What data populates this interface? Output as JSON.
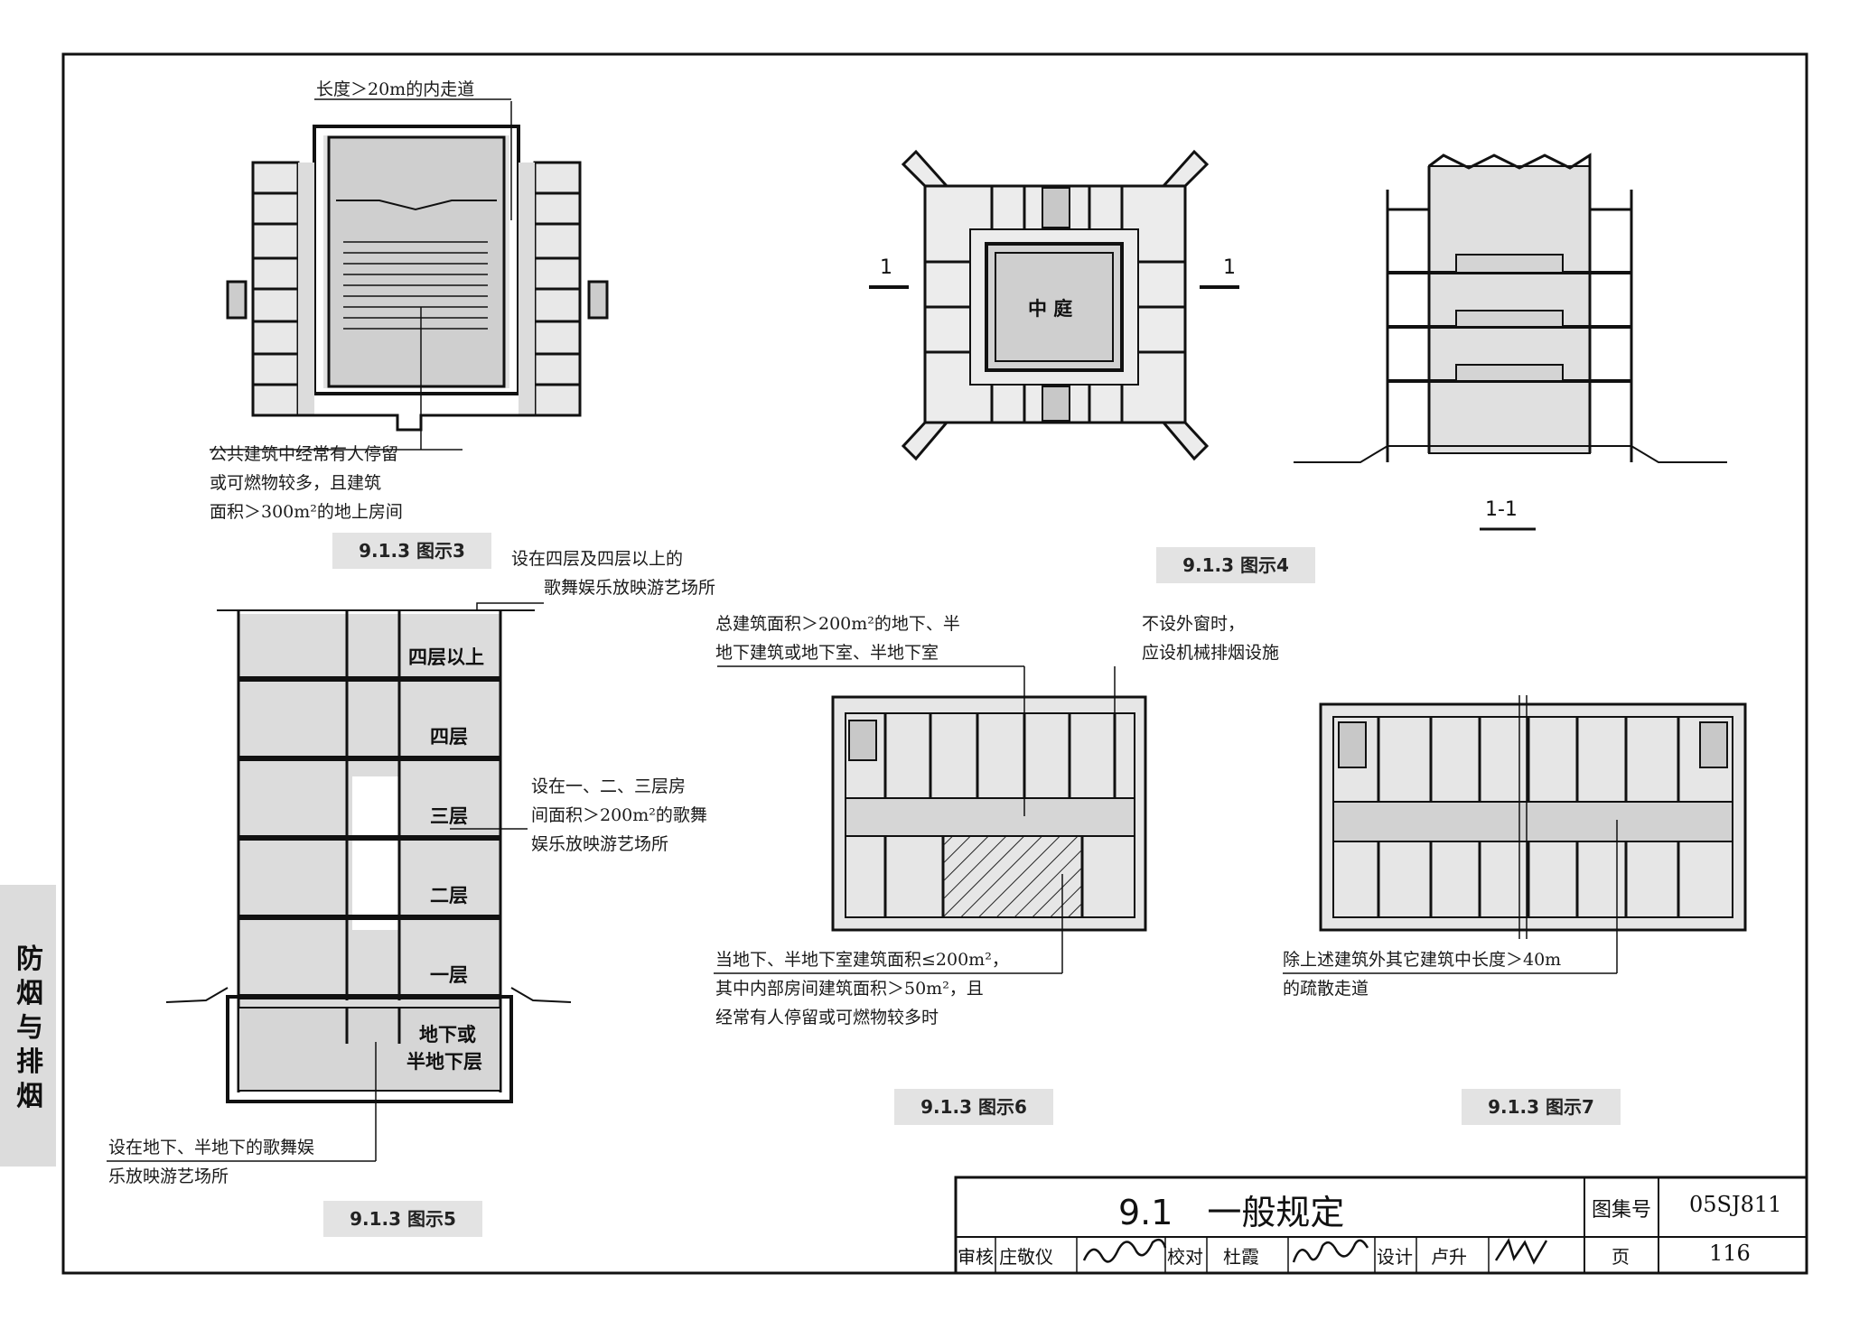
{
  "side_tab": {
    "label": "防烟与排烟"
  },
  "fig3": {
    "caption": "9.1.3 图示3",
    "note_top": "长度＞20m的内走道",
    "note_bottom": [
      "公共建筑中经常有人停留",
      "或可燃物较多，且建筑",
      "面积＞300m²的地上房间"
    ]
  },
  "fig4": {
    "caption": "9.1.3 图示4",
    "courtyard": "中 庭",
    "cut_left": "1",
    "cut_right": "1",
    "section_label": "1-1"
  },
  "fig5": {
    "caption": "9.1.3 图示5",
    "note_top": [
      "设在四层及四层以上的",
      "歌舞娱乐放映游艺场所"
    ],
    "note_mid": [
      "设在一、二、三层房",
      "间面积＞200m²的歌舞",
      "娱乐放映游艺场所"
    ],
    "note_bottom": [
      "设在地下、半地下的歌舞娱",
      "乐放映游艺场所"
    ],
    "floors": [
      "四层以上",
      "四层",
      "三层",
      "二层",
      "一层",
      "地下或",
      "半地下层"
    ]
  },
  "fig6": {
    "caption": "9.1.3 图示6",
    "note_top_left": [
      "总建筑面积＞200m²的地下、半",
      "地下建筑或地下室、半地下室"
    ],
    "note_top_right": [
      "不设外窗时，",
      "应设机械排烟设施"
    ],
    "note_bottom": [
      "当地下、半地下室建筑面积≤200m²，",
      "其中内部房间建筑面积＞50m²，且",
      "经常有人停留或可燃物较多时"
    ]
  },
  "fig7": {
    "caption": "9.1.3 图示7",
    "note_bottom": [
      "除上述建筑外其它建筑中长度＞40m",
      "的疏散走道"
    ]
  },
  "title_block": {
    "title": "9.1　一般规定",
    "atlas_label": "图集号",
    "atlas_no": "05SJ811",
    "review_label": "审核",
    "reviewer": "庄敬仪",
    "check_label": "校对",
    "checker": "杜霞",
    "design_label": "设计",
    "designer": "卢升",
    "page_label": "页",
    "page_no": "116"
  }
}
